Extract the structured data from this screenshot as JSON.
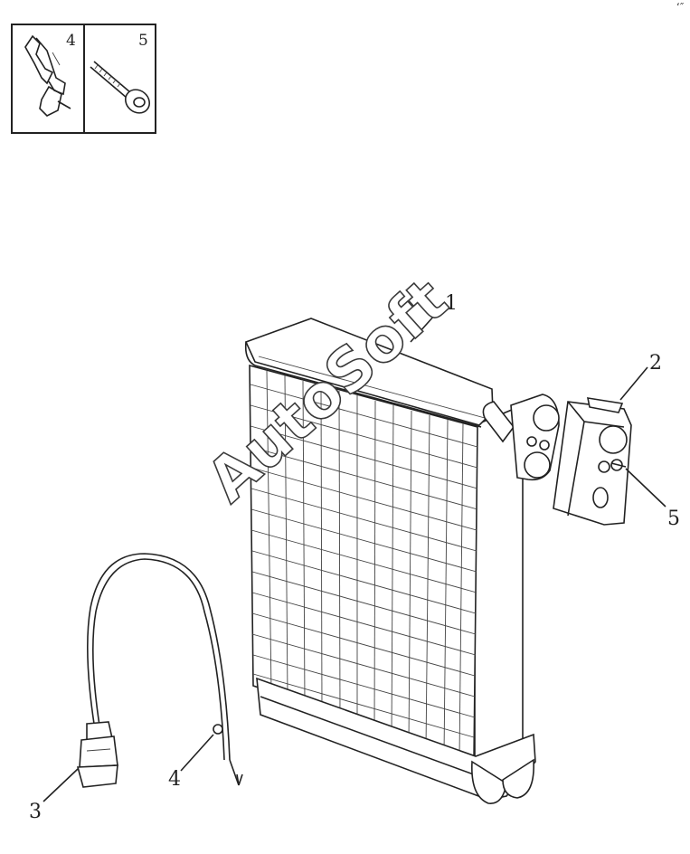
{
  "watermark": "AutoSoft",
  "corner_mark": "ʻ″",
  "inset": {
    "cells": [
      {
        "number": "4",
        "icon": "clip-icon"
      },
      {
        "number": "5",
        "icon": "bolt-icon"
      }
    ]
  },
  "callouts": [
    {
      "id": "1",
      "label": "1",
      "part": "evaporator-core"
    },
    {
      "id": "2",
      "label": "2",
      "part": "expansion-valve"
    },
    {
      "id": "3",
      "label": "3",
      "part": "connector"
    },
    {
      "id": "4",
      "label": "4",
      "part": "thermistor-clip"
    },
    {
      "id": "5",
      "label": "5",
      "part": "bolt"
    }
  ]
}
